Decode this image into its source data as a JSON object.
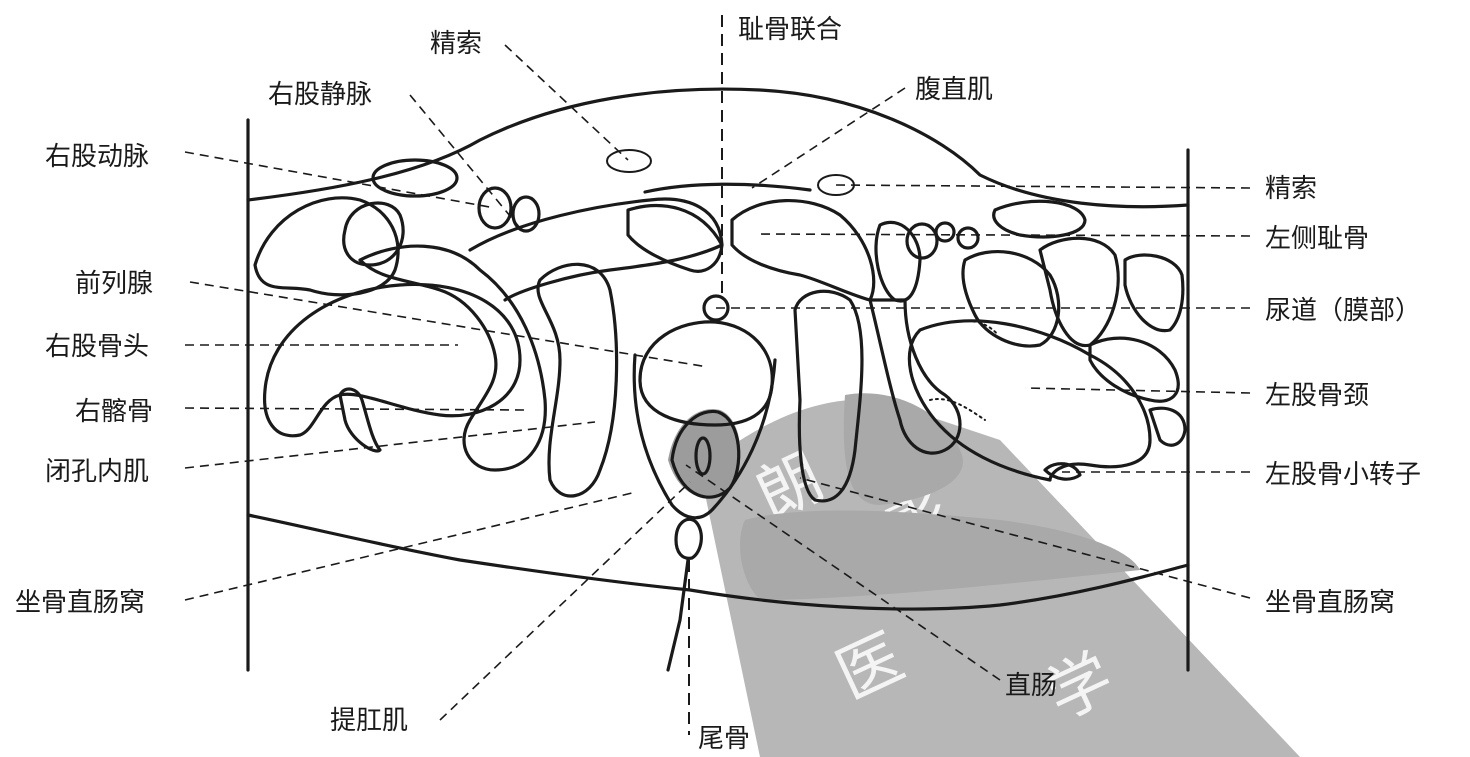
{
  "labels": {
    "spermatic_cord_top": "精索",
    "pubic_symphysis": "耻骨联合",
    "right_femoral_vein": "右股静脉",
    "rectus_abdominis": "腹直肌",
    "right_femoral_artery": "右股动脉",
    "spermatic_cord_right": "精索",
    "left_pubis": "左侧耻骨",
    "prostate": "前列腺",
    "urethra_membranous": "尿道（膜部）",
    "right_femoral_head": "右股骨头",
    "left_femoral_neck": "左股骨颈",
    "right_ischium": "右髂骨",
    "obturator_internus": "闭孔内肌",
    "left_lesser_trochanter": "左股骨小转子",
    "ischiorectal_fossa_left": "坐骨直肠窝",
    "ischiorectal_fossa_right": "坐骨直肠窝",
    "rectum": "直肠",
    "levator_ani": "提肛肌",
    "coccyx": "尾骨"
  },
  "watermark": {
    "chars": [
      "朗",
      "影",
      "医",
      "学"
    ],
    "color": "#b7b7b7"
  }
}
